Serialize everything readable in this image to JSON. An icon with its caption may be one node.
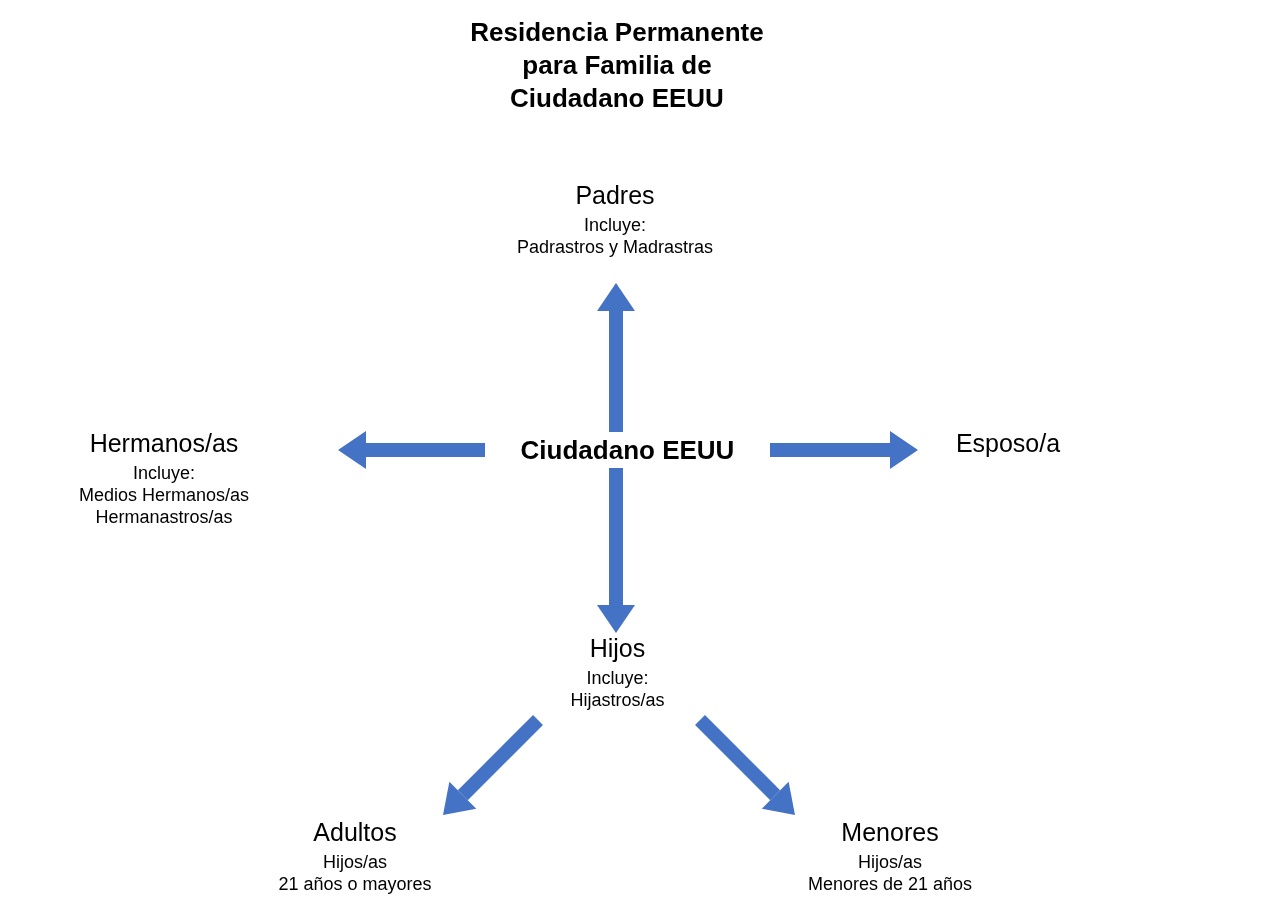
{
  "diagram": {
    "title": "Residencia Permanente para Familia de Ciudadano EEUU",
    "nodes": [
      {
        "text": [
          "Ciudadano EEUU"
        ]
      },
      {
        "text": [
          "Padres",
          "Incluye:",
          "Padrastros y Madrastras"
        ]
      },
      {
        "text": [
          "Hermanos/as",
          "Incluye:",
          "Medios Hermanos/as",
          "Hermanastros/as"
        ]
      },
      {
        "text": [
          "Esposo/a"
        ]
      },
      {
        "text": [
          "Hijos",
          "Incluye:",
          "Hijastros/as"
        ]
      },
      {
        "text": [
          "Adultos",
          "Hijos/as",
          "21 años o mayores"
        ]
      },
      {
        "text": [
          "Menores",
          "Hijos/as",
          "Menores de 21 años"
        ]
      }
    ],
    "edges": [
      {
        "from": 0,
        "to": 1,
        "arrow": "to"
      },
      {
        "from": 0,
        "to": 2,
        "arrow": "to"
      },
      {
        "from": 0,
        "to": 3,
        "arrow": "to"
      },
      {
        "from": 0,
        "to": 4,
        "arrow": "to"
      },
      {
        "from": 4,
        "to": 5,
        "arrow": "to"
      },
      {
        "from": 4,
        "to": 6,
        "arrow": "to"
      }
    ]
  }
}
